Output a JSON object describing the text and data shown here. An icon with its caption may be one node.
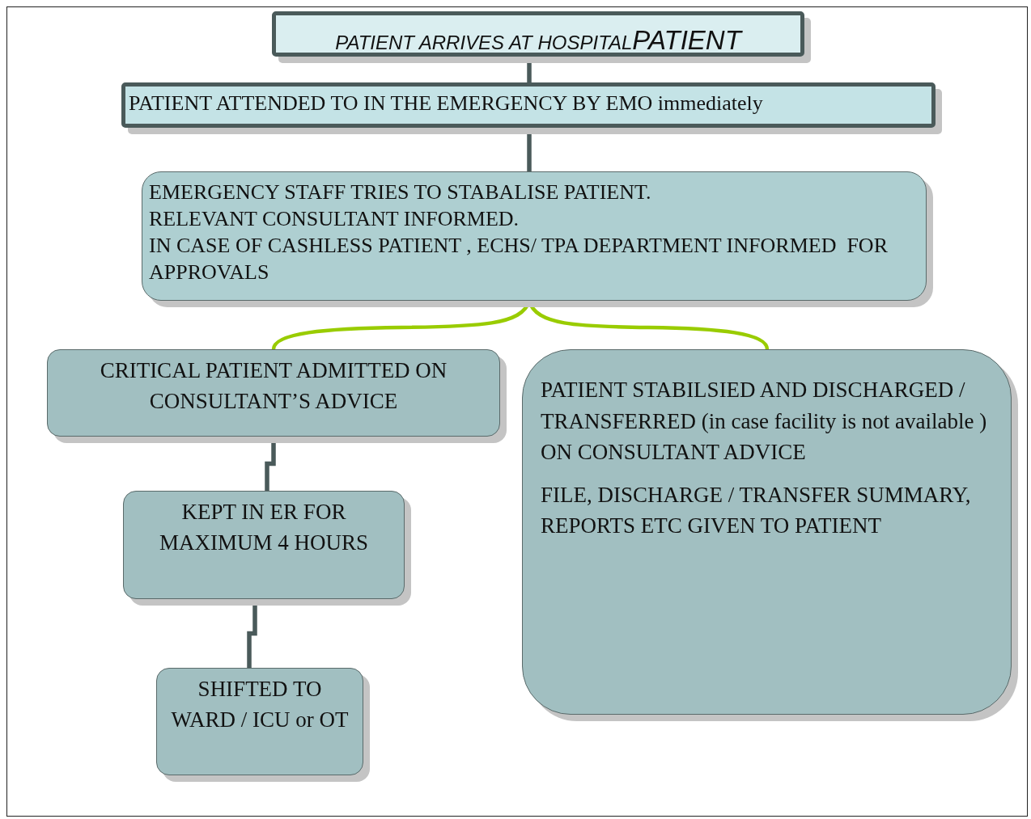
{
  "diagram": {
    "nodes": [
      {
        "text": [
          "PATIENT ARRIVES AT HOSPITAL",
          "PATIENT"
        ]
      },
      {
        "text": [
          "PATIENT ATTENDED TO IN THE EMERGENCY BY EMO immediately"
        ]
      },
      {
        "text": [
          "EMERGENCY STAFF TRIES TO STABALISE PATIENT.",
          "RELEVANT CONSULTANT INFORMED.",
          "IN CASE OF CASHLESS PATIENT , ECHS/ TPA DEPARTMENT INFORMED  FOR APPROVALS"
        ]
      },
      {
        "text": [
          "CRITICAL PATIENT ADMITTED ON CONSULTANT’S ADVICE"
        ]
      },
      {
        "text": [
          "PATIENT STABILSIED AND DISCHARGED / TRANSFERRED (in case facility is not available ) ON CONSULTANT ADVICE",
          "FILE, DISCHARGE / TRANSFER SUMMARY, REPORTS ETC GIVEN TO PATIENT"
        ]
      },
      {
        "text": [
          "KEPT IN ER FOR MAXIMUM 4 HOURS"
        ]
      },
      {
        "text": [
          "SHIFTED TO WARD / ICU or OT"
        ]
      }
    ],
    "edges": [
      {
        "from": 0,
        "to": 1,
        "arrow": "none"
      },
      {
        "from": 1,
        "to": 2,
        "arrow": "none"
      },
      {
        "from": 2,
        "to": 3,
        "arrow": "none",
        "color": "#99cc00"
      },
      {
        "from": 2,
        "to": 4,
        "arrow": "none",
        "color": "#99cc00"
      },
      {
        "from": 3,
        "to": 5,
        "arrow": "none"
      },
      {
        "from": 5,
        "to": 6,
        "arrow": "none"
      }
    ]
  }
}
